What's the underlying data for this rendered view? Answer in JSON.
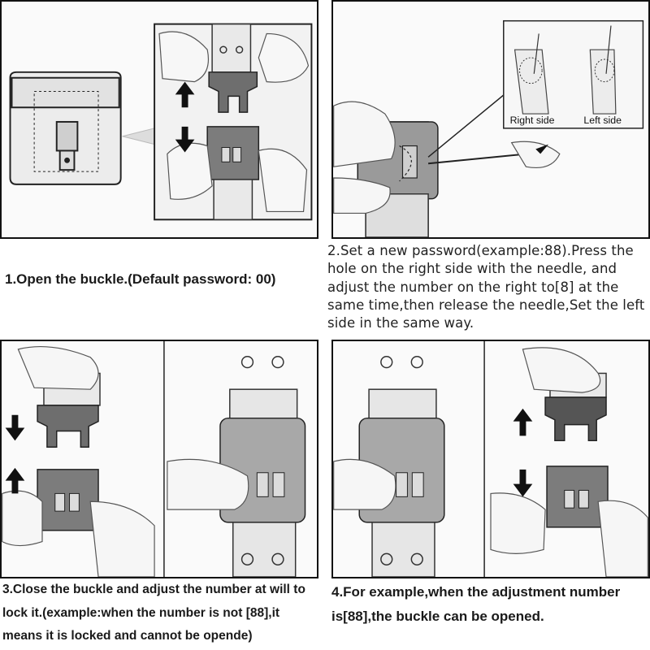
{
  "steps": [
    {
      "caption": "1.Open the buckle.(Default password: 00)"
    },
    {
      "caption": "2.Set a new password(example:88).Press the hole on the right side with the needle, and adjust the number on the right to[8] at the same time,then release the needle,Set the left side in the same way."
    },
    {
      "caption": "3.Close the buckle and adjust the number at will to lock it.(example:when the number is not [88],it means it is locked and cannot be opende)"
    },
    {
      "caption": "4.For example,when the adjustment number is[88],the buckle can be opened."
    }
  ],
  "inset_labels": {
    "right": "Right side",
    "left": "Left side"
  }
}
